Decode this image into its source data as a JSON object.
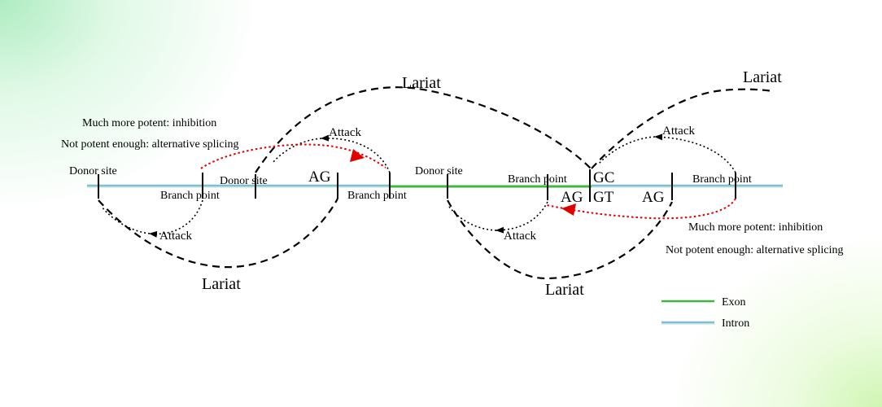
{
  "labels": {
    "lariat": "Lariat",
    "donor_site": "Donor site",
    "branch_point": "Branch point",
    "attack": "Attack",
    "ag": "AG",
    "gc": "GC",
    "gt": "GT",
    "much_more_potent": "Much more potent: inhibition",
    "not_potent_enough": "Not potent enough: alternative splicing"
  },
  "legend": {
    "exon": "Exon",
    "intron": "Intron"
  },
  "colors": {
    "exon": "#3cb83c",
    "intron": "#7fbfd0",
    "red_arrow": "#e00000",
    "black": "#000000"
  }
}
